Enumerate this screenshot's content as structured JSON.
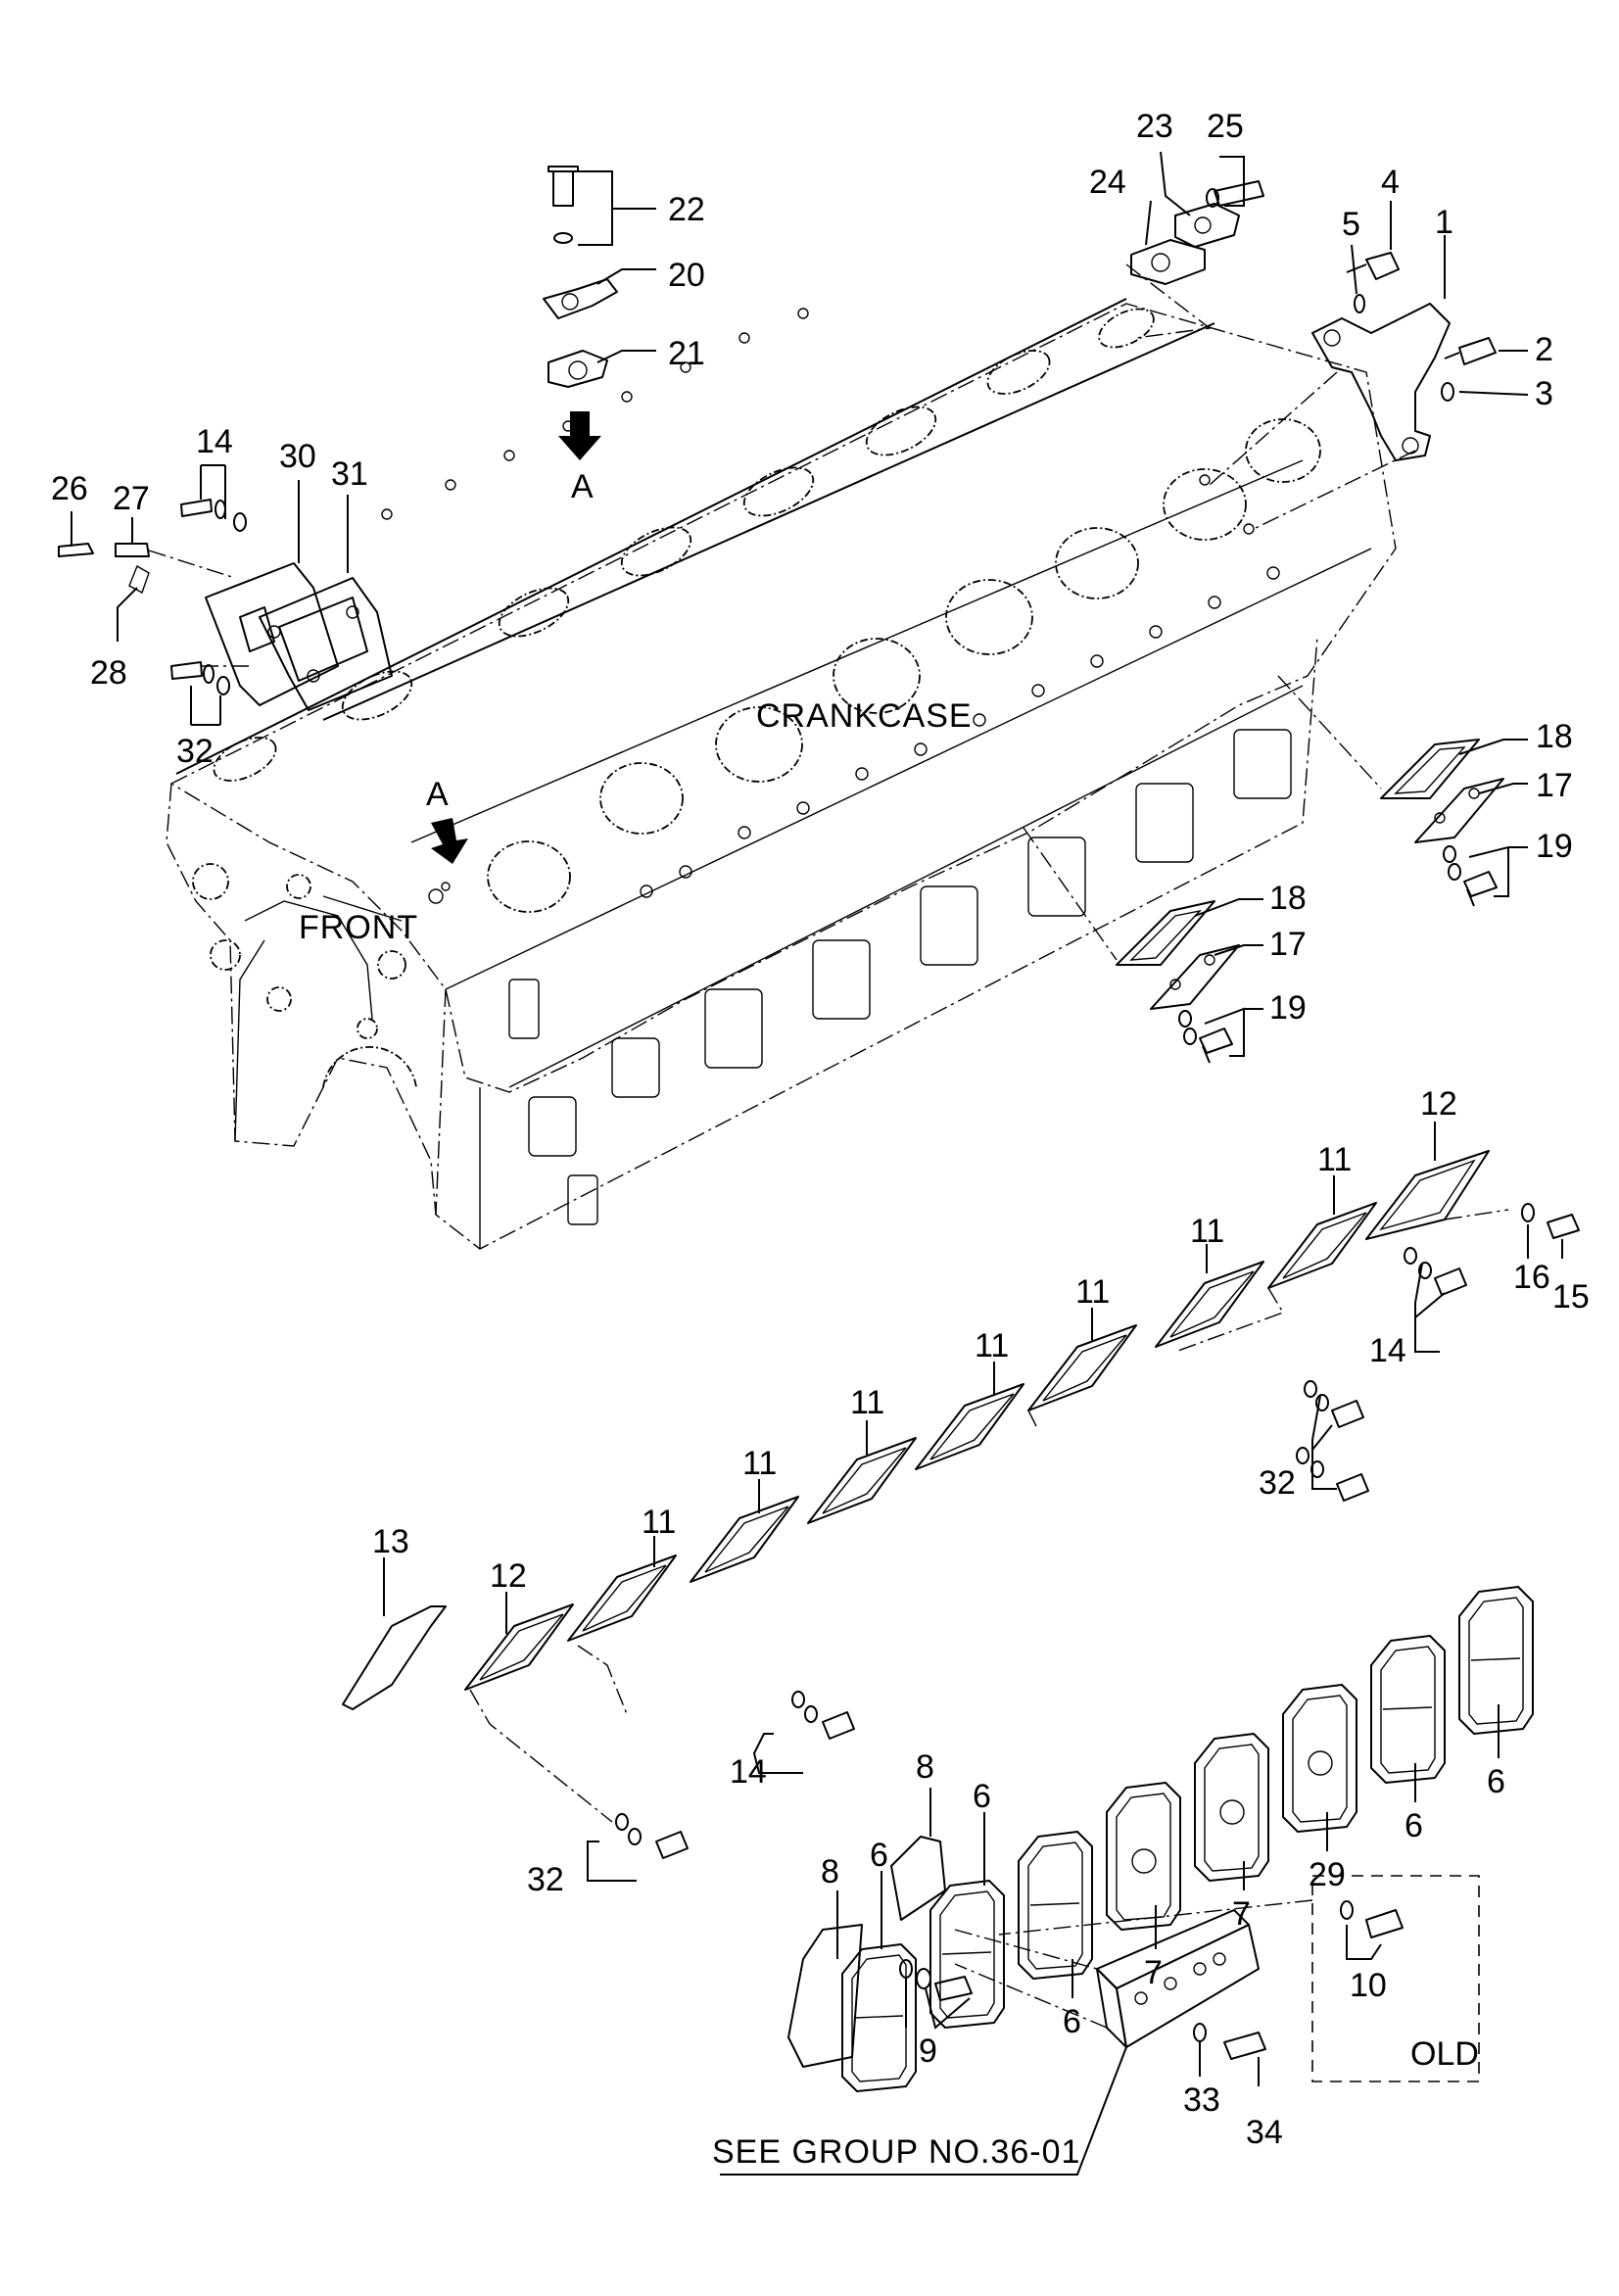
{
  "labels": {
    "crankcase": "CRANKCASE",
    "front": "FRONT",
    "view_a_top": "A",
    "view_a_block": "A",
    "old": "OLD",
    "see_group": "SEE GROUP NO.36-01"
  },
  "callouts": {
    "c1": "1",
    "c2": "2",
    "c3": "3",
    "c4": "4",
    "c5": "5",
    "c6a": "6",
    "c6b": "6",
    "c6c": "6",
    "c6d": "6",
    "c6e": "6",
    "c7a": "7",
    "c7b": "7",
    "c8a": "8",
    "c8b": "8",
    "c9": "9",
    "c10": "10",
    "c11a": "11",
    "c11b": "11",
    "c11c": "11",
    "c11d": "11",
    "c11e": "11",
    "c11f": "11",
    "c11g": "11",
    "c12a": "12",
    "c12b": "12",
    "c13": "13",
    "c14a": "14",
    "c14b": "14",
    "c14c": "14",
    "c15": "15",
    "c16": "16",
    "c17a": "17",
    "c17b": "17",
    "c18a": "18",
    "c18b": "18",
    "c19a": "19",
    "c19b": "19",
    "c20": "20",
    "c21": "21",
    "c22": "22",
    "c23": "23",
    "c24": "24",
    "c25": "25",
    "c26": "26",
    "c27": "27",
    "c28": "28",
    "c29": "29",
    "c30": "30",
    "c31": "31",
    "c32a": "32",
    "c32b": "32",
    "c32c": "32",
    "c33": "33",
    "c34": "34"
  }
}
